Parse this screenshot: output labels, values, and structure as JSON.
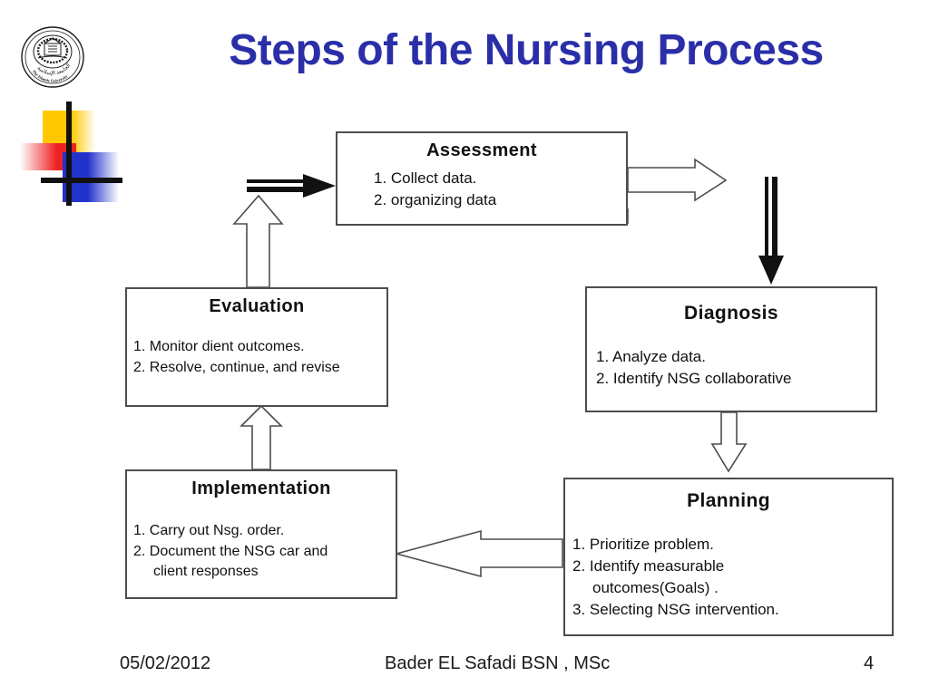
{
  "slide": {
    "title": "Steps of the Nursing Process",
    "title_color": "#2A2FA8",
    "logo_name": "university-seal-logo"
  },
  "diagram": {
    "boxes": [
      {
        "id": "assessment",
        "title": "Assessment",
        "items": [
          "1. Collect data.",
          "2. organizing data"
        ]
      },
      {
        "id": "diagnosis",
        "title": "Diagnosis",
        "items": [
          "1. Analyze data.",
          "2. Identify NSG collaborative"
        ]
      },
      {
        "id": "planning",
        "title": "Planning",
        "items": [
          "1. Prioritize problem.",
          "2. Identify measurable",
          "outcomes(Goals) .",
          "3. Selecting NSG intervention."
        ]
      },
      {
        "id": "implementation",
        "title": "Implementation",
        "items": [
          "1. Carry out Nsg. order.",
          "2. Document the NSG car and",
          "client responses"
        ]
      },
      {
        "id": "evaluation",
        "title": "Evaluation",
        "items": [
          "1. Monitor dient outcomes.",
          "2. Resolve, continue, and revise"
        ]
      }
    ],
    "arrows": [
      {
        "name": "arrow-entry-to-assessment",
        "style": "solid-black",
        "direction": "right"
      },
      {
        "name": "arrow-assessment-to-diagnosis",
        "style": "hollow-outline",
        "direction": "right"
      },
      {
        "name": "arrow-down-to-diagnosis",
        "style": "solid-black",
        "direction": "down"
      },
      {
        "name": "arrow-diagnosis-to-planning",
        "style": "hollow-outline",
        "direction": "down"
      },
      {
        "name": "arrow-planning-to-implementation",
        "style": "hollow-outline",
        "direction": "left"
      },
      {
        "name": "arrow-implementation-to-evaluation",
        "style": "hollow-outline",
        "direction": "up"
      },
      {
        "name": "arrow-evaluation-to-assessment",
        "style": "hollow-outline",
        "direction": "up"
      }
    ]
  },
  "footer": {
    "date": "05/02/2012",
    "author": "Bader EL Safadi    BSN , MSc",
    "page_number": "4"
  }
}
